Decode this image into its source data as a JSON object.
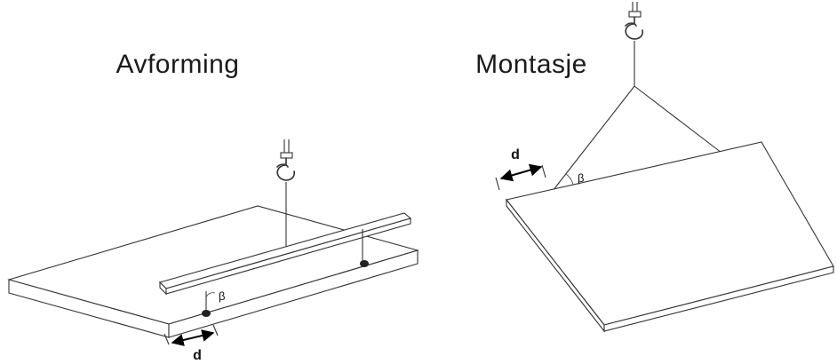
{
  "left_panel": {
    "title": "Avforming",
    "angle_label": "β",
    "distance_label": "d"
  },
  "right_panel": {
    "title": "Montasje",
    "angle_label": "β",
    "distance_label": "d"
  }
}
